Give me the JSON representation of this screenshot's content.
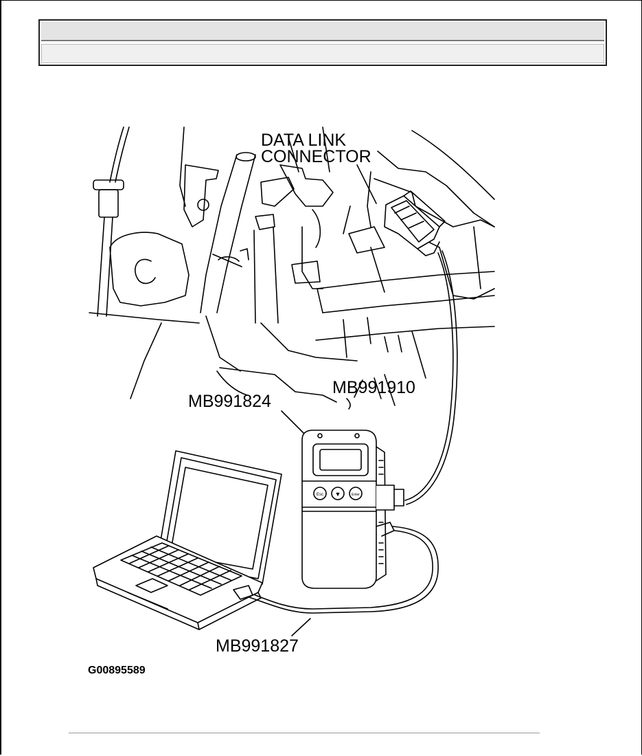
{
  "header": {
    "row1": "",
    "row2": ""
  },
  "diagram": {
    "labels": {
      "data_link_connector_line1": "DATA LINK",
      "data_link_connector_line2": "CONNECTOR",
      "cable_mb991910": "MB991910",
      "vci_mb991824": "MB991824",
      "usb_cable_mb991827": "MB991827"
    },
    "vci_buttons": {
      "left": "Esc",
      "middle": "▼",
      "right": "Enter"
    },
    "figure_id": "G00895589"
  }
}
